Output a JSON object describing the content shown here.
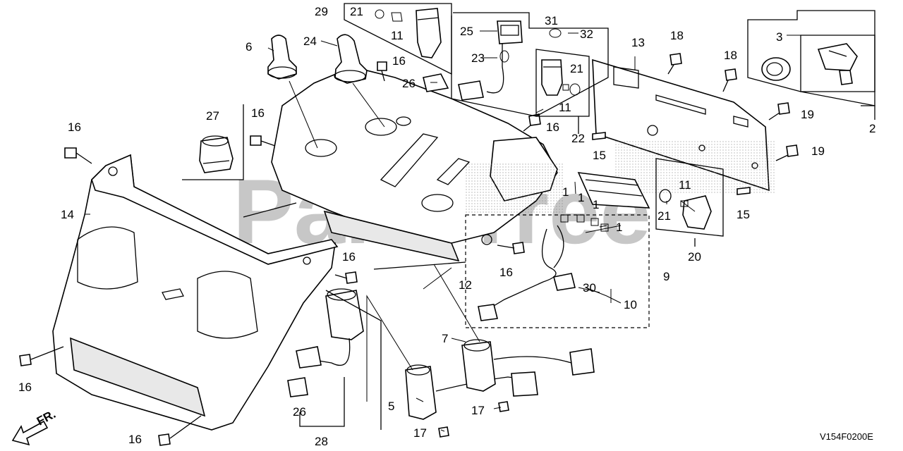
{
  "diagram": {
    "code": "V154F0200E",
    "watermark": "PartsTree",
    "front_marker": "FR.",
    "callouts": {
      "c29": "29",
      "c21a": "21",
      "c11a": "11",
      "c31": "31",
      "c25": "25",
      "c32": "32",
      "c23": "23",
      "c26a": "26",
      "c6": "6",
      "c24": "24",
      "c16a": "16",
      "c13": "13",
      "c18a": "18",
      "c18b": "18",
      "c3": "3",
      "c2": "2",
      "c19a": "19",
      "c19b": "19",
      "c21b": "21",
      "c11b": "11",
      "c22": "22",
      "c16b": "16",
      "c27": "27",
      "c16c": "16",
      "c16d": "16",
      "c14": "14",
      "c15a": "15",
      "c15b": "15",
      "c11c": "11",
      "c21c": "21",
      "c20": "20",
      "c1a": "1",
      "c1b": "1",
      "c1c": "1",
      "c1d": "1",
      "c16e": "16",
      "c12": "12",
      "c9": "9",
      "c16f": "16",
      "c30": "30",
      "c10": "10",
      "c7": "7",
      "c5": "5",
      "c17a": "17",
      "c17b": "17",
      "c16g": "16",
      "c26b": "26",
      "c28": "28",
      "c16h": "16"
    }
  }
}
